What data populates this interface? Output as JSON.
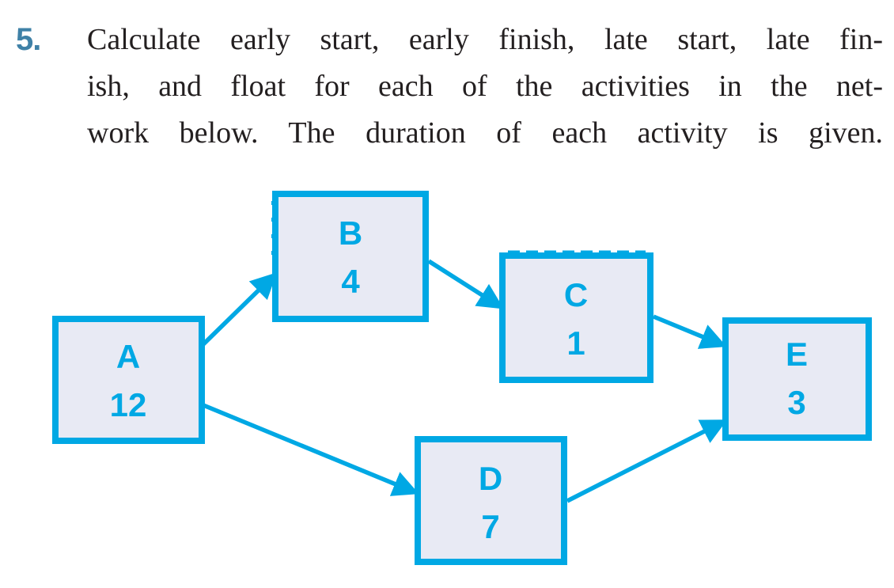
{
  "question": {
    "number": "5.",
    "lines": [
      "Calculate early start, early finish, late start, late fin-",
      "ish, and float for each of the activities in the net-",
      "work below. The duration of each activity is given."
    ]
  },
  "diagram": {
    "type": "activity-on-node-network",
    "nodes": [
      {
        "id": "A",
        "duration": "12"
      },
      {
        "id": "B",
        "duration": "4"
      },
      {
        "id": "C",
        "duration": "1"
      },
      {
        "id": "D",
        "duration": "7"
      },
      {
        "id": "E",
        "duration": "3"
      }
    ],
    "edges": [
      {
        "from": "A",
        "to": "B"
      },
      {
        "from": "A",
        "to": "D"
      },
      {
        "from": "B",
        "to": "C"
      },
      {
        "from": "C",
        "to": "E"
      },
      {
        "from": "D",
        "to": "E"
      }
    ],
    "colors": {
      "accent": "#00a8e4",
      "node_fill": "#e8eaf4"
    }
  },
  "colors": {
    "question_number": "#3f81a7",
    "body_text": "#231f20",
    "background": "#ffffff"
  }
}
